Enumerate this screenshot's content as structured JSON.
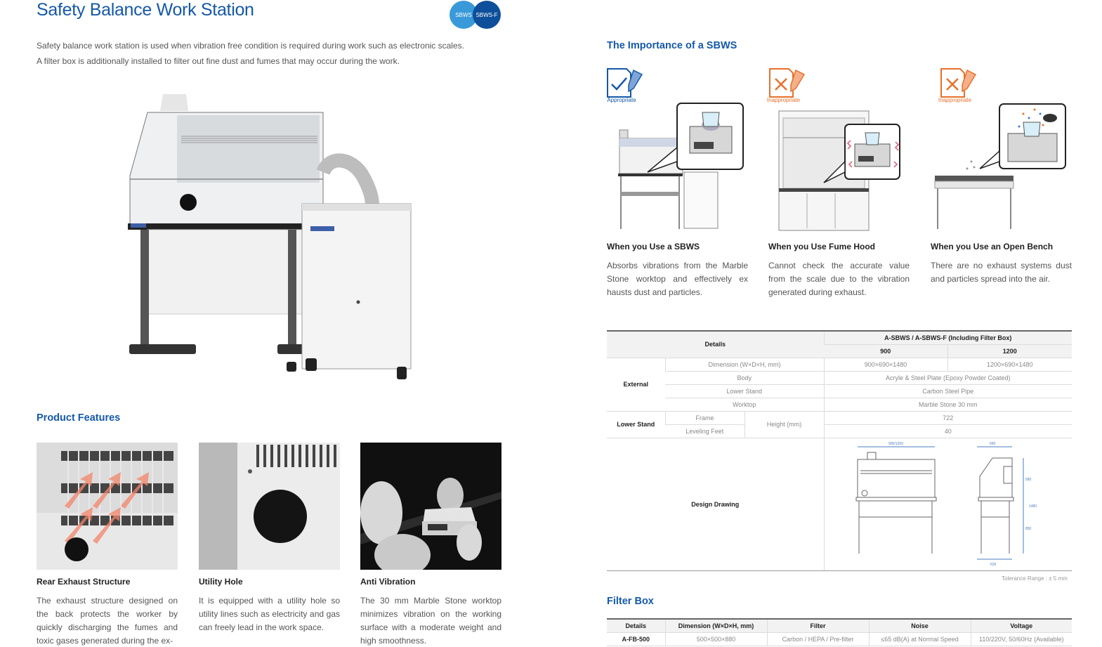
{
  "header": {
    "title": "Safety Balance Work Station",
    "badges": [
      "SBWS",
      "SBWS-F"
    ],
    "intro": [
      "Safety balance work station is used when vibration free condition is required during work such as electronic scales.",
      "A filter box is additionally installed to filter out fine dust and fumes that may occur during the work."
    ]
  },
  "features": {
    "title": "Product Features",
    "items": [
      {
        "name": "Rear Exhaust Structure",
        "desc": "The exhaust structure designed on the back protects the worker by quickly discharging the fumes and toxic gases generated during the ex-"
      },
      {
        "name": "Utility Hole",
        "desc": "It is equipped with a utility hole so utility lines such as electricity and gas can freely lead in the work space."
      },
      {
        "name": "Anti Vibration",
        "desc": "The 30 mm Marble Stone worktop minimizes vibration on the working surface with a moderate weight and high smoothness."
      }
    ]
  },
  "importance": {
    "title": "The Importance of a SBWS",
    "scenarios": [
      {
        "tag": "Appropriate",
        "name": "When you Use a SBWS",
        "desc": "Absorbs vibrations from the Marble Stone worktop and effectively ex hausts dust and particles."
      },
      {
        "tag": "Inappropriate",
        "name": "When you Use Fume Hood",
        "desc": "Cannot check the accurate value from the scale due to the vibration generated during exhaust."
      },
      {
        "tag": "Inappropriate",
        "name": "When you Use an Open Bench",
        "desc": "There are no exhaust systems dust and particles spread into the air."
      }
    ],
    "colors": {
      "appropriate": "#1559a8",
      "inappropriate": "#e8702a"
    }
  },
  "spec": {
    "details": "Details",
    "model_header": "A-SBWS / A-SBWS-F (Including Filter Box)",
    "sizes": [
      "900",
      "1200"
    ],
    "external": {
      "label": "External",
      "rows": [
        {
          "item": "Dimension (W×D×H, mm)",
          "v900": "900×690×1480",
          "v1200": "1200×690×1480"
        },
        {
          "item": "Body",
          "value": "Acryle & Steel Plate (Epoxy Powder Coated)"
        },
        {
          "item": "Lower Stand",
          "value": "Carbon Steel Pipe"
        },
        {
          "item": "Worktop",
          "value": "Marble Stone 30 mm"
        }
      ]
    },
    "lower_stand": {
      "label": "Lower Stand",
      "measure": "Height (mm)",
      "rows": [
        {
          "item": "Frame",
          "value": "722"
        },
        {
          "item": "Leveling Feet",
          "value": "40"
        }
      ]
    },
    "design_drawing": "Design Drawing",
    "drawing_dims": {
      "front_width": "900/1200",
      "side_depth": "690",
      "side_base": "625",
      "h1": "580",
      "h2": "1480",
      "h3": "850"
    },
    "tolerance": "Tolerance Range : ± 5 mm"
  },
  "filter_box": {
    "title": "Filter Box",
    "headers": [
      "Details",
      "Dimension (W×D×H, mm)",
      "Filter",
      "Noise",
      "Voltage"
    ],
    "rows": [
      [
        "A-FB-500",
        "500×500×880",
        "Carbon / HEPA / Pre-filter",
        "≤65 dB(A) at Normal Speed",
        "110/220V, 50/60Hz (Available)"
      ]
    ]
  }
}
